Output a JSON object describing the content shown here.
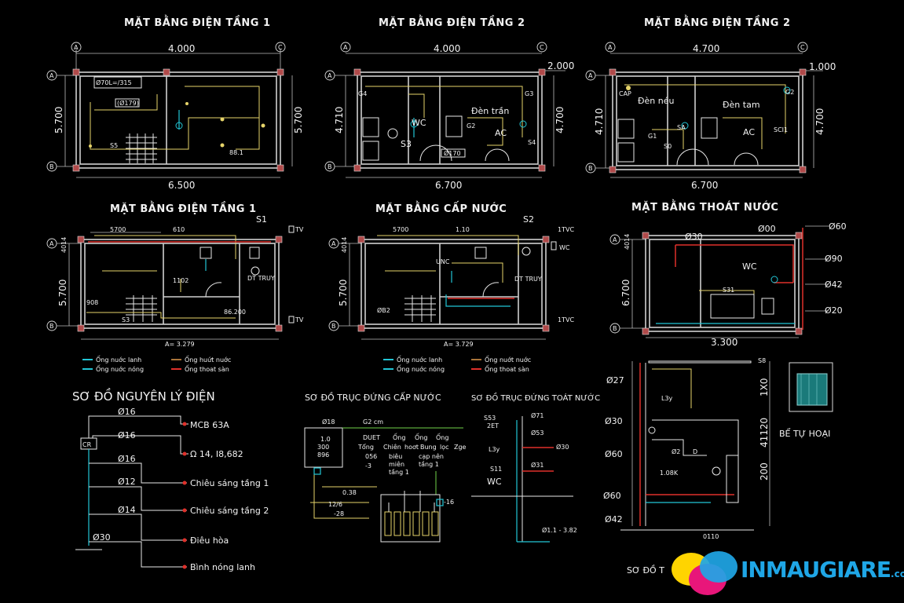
{
  "plans": {
    "p1": {
      "title": "MẶT BẰNG ĐIỆN TẦNG 1",
      "top_dim": "4.000",
      "bottom_dim": "6.500",
      "side_dim_left": "5.700",
      "side_dim_right": "5.700",
      "axis_a": "A",
      "axis_b": "B",
      "axis_c": "C",
      "labels": [
        "Ø70L=/315",
        "(Ø179)",
        "S5",
        "88.1"
      ]
    },
    "p2": {
      "title": "MẶT BẰNG ĐIỆN TẦNG 2",
      "top_dim": "4.000",
      "right_dim": "2.000",
      "bottom_dim": "6.700",
      "side_dim_left": "4.710",
      "side_dim_right": "4.700",
      "labels": [
        "G4",
        "G3",
        "WC",
        "Đèn trần",
        "S3",
        "G2",
        "AC",
        "S4",
        "Ø170"
      ]
    },
    "p3": {
      "title": "MẶT BẰNG ĐIỆN TẦNG 2",
      "top_dim": "4.700",
      "right_dim": "1.000",
      "bottom_dim": "6.700",
      "side_dim_left": "4.710",
      "side_dim_right": "4.700",
      "labels": [
        "CAP",
        "Đèn néu",
        "Đèn tam",
        "G2",
        "G1",
        "SA",
        "S0",
        "AC",
        "SCI1"
      ]
    },
    "p4": {
      "title": "MẶT BẰNG ĐIỆN TẦNG 1",
      "dim_top1": "5700",
      "dim_top2": "610",
      "side_dim_left": "5.700",
      "side_small": "4014",
      "bottom_dim": "A= 3.279",
      "labels": [
        "S1",
        "TV",
        "1102",
        "DT TRUY",
        "S3",
        "86.200",
        "TV",
        "908"
      ]
    },
    "p5": {
      "title": "MẶT BẰNG CẤP NƯỚC",
      "dim_top1": "5700",
      "dim_top2": "1.10",
      "side_dim_left": "5.700",
      "side_small": "4014",
      "bottom_dim": "A= 3.729",
      "labels": [
        "S2",
        "1TVC",
        "WC",
        "UNC",
        "DT TRUY",
        "1TVC",
        "ØB2"
      ]
    },
    "p6": {
      "title": "MẶT BẰNG THOÁT NƯỚC",
      "side_dim_left": "6.700",
      "side_small": "4014",
      "bottom_dim": "3.300",
      "labels": [
        "Ø30",
        "Ø00",
        "Ø60",
        "Ø90",
        "WC",
        "Ø42",
        "Ø20",
        "S31"
      ]
    }
  },
  "legends": [
    {
      "items": [
        "Ống nuớc lanh",
        "Ống nuớc nóng",
        "Ống huứt nuớc",
        "Ống thoat sàn"
      ]
    },
    {
      "items": [
        "Ống nuớc lanh",
        "Ống nuớc nóng",
        "Ống nuớt nuớc",
        "Ống thoat sàn"
      ]
    }
  ],
  "colors": {
    "cold": "#22c6d6",
    "hot": "#22c6d6",
    "drain": "#a8743a",
    "floor": "#e0302a"
  },
  "electric": {
    "title": "SƠ ĐỒ NGUYÊN LÝ ĐIỆN",
    "cr": "CR",
    "d16a": "Ø16",
    "d16b": "Ø16",
    "d16c": "Ø16",
    "d12": "Ø12",
    "d14": "Ø14",
    "d30": "Ø30",
    "items": [
      "MCB 63A",
      "Ω 14, I8,682",
      "Chiêu  sáng tầng 1",
      "Chiêu sáng tầng 2",
      "Điêu hòa",
      "Bình nóng lanh"
    ]
  },
  "supply": {
    "title": "SƠ ĐỒ TRỤC ĐỨNG CẤP NƯỚC",
    "d18": "Ø18",
    "g2": "G2 cm",
    "codes": [
      "1.0",
      "300",
      "896"
    ],
    "cols": [
      "DUET",
      "Ống",
      "Ống",
      "Ống",
      "Tổng",
      "Chiên",
      "hoơt",
      "Bung",
      "lọc",
      "Zge",
      "056",
      "biêu",
      "miên",
      "tầng 1",
      "cạp nên",
      "tầng 1",
      "-3"
    ],
    "nums": [
      "0.38",
      "12/6",
      "-28",
      "-16"
    ]
  },
  "drain": {
    "title": "SƠ ĐỒ TRỤC ĐỨNG TOÁT NƯỚC",
    "labels": [
      "S53",
      "2ET",
      "Ø71",
      "Ø53",
      "L3y",
      "Ø30",
      "S11",
      "Ø31",
      "WC",
      "Ø1.1 - 3.82"
    ]
  },
  "septic": {
    "title": "SƠ ĐỒ T",
    "left": [
      "Ø27",
      "Ø30",
      "Ø60",
      "Ø60",
      "Ø42"
    ],
    "right": [
      "S8",
      "1X0",
      "41120",
      "200"
    ],
    "inner": [
      "L3y",
      "Ø2",
      "D",
      "1.08K"
    ],
    "bottom": "0110",
    "tank": "BỂ TỰ HOẠI"
  },
  "logo": {
    "name": "INMAUGIARE",
    "domain": ".com"
  }
}
